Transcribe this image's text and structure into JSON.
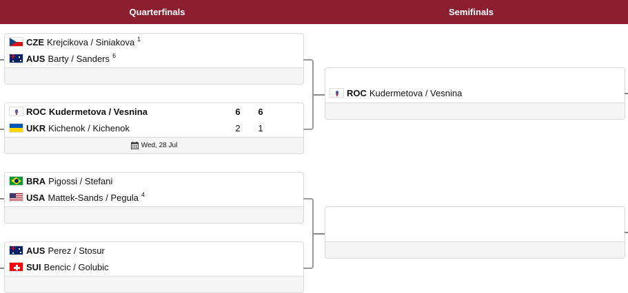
{
  "header": {
    "quarterfinals": "Quarterfinals",
    "semifinals": "Semifinals"
  },
  "quarterfinals": [
    {
      "teams": [
        {
          "code": "CZE",
          "names": "Krejcikova / Siniakova",
          "seed": "1",
          "flag": "cze",
          "scores": [],
          "winner": false
        },
        {
          "code": "AUS",
          "names": "Barty / Sanders",
          "seed": "6",
          "flag": "aus",
          "scores": [],
          "winner": false
        }
      ],
      "date": ""
    },
    {
      "teams": [
        {
          "code": "ROC",
          "names": "Kudermetova / Vesnina",
          "seed": "",
          "flag": "roc",
          "scores": [
            "6",
            "6"
          ],
          "winner": true
        },
        {
          "code": "UKR",
          "names": "Kichenok / Kichenok",
          "seed": "",
          "flag": "ukr",
          "scores": [
            "2",
            "1"
          ],
          "winner": false
        }
      ],
      "date": "Wed, 28 Jul"
    },
    {
      "teams": [
        {
          "code": "BRA",
          "names": "Pigossi / Stefani",
          "seed": "",
          "flag": "bra",
          "scores": [],
          "winner": false
        },
        {
          "code": "USA",
          "names": "Mattek-Sands / Pegula",
          "seed": "4",
          "flag": "usa",
          "scores": [],
          "winner": false
        }
      ],
      "date": ""
    },
    {
      "teams": [
        {
          "code": "AUS",
          "names": "Perez / Stosur",
          "seed": "",
          "flag": "aus",
          "scores": [],
          "winner": false
        },
        {
          "code": "SUI",
          "names": "Bencic / Golubic",
          "seed": "",
          "flag": "sui",
          "scores": [],
          "winner": false
        }
      ],
      "date": ""
    }
  ],
  "semifinals": [
    {
      "teams": [
        null,
        {
          "code": "ROC",
          "names": "Kudermetova / Vesnina",
          "seed": "",
          "flag": "roc",
          "scores": [],
          "winner": false
        }
      ],
      "date": ""
    },
    {
      "teams": [
        null,
        null
      ],
      "date": ""
    }
  ],
  "colors": {
    "header": "#8b1f2f"
  }
}
